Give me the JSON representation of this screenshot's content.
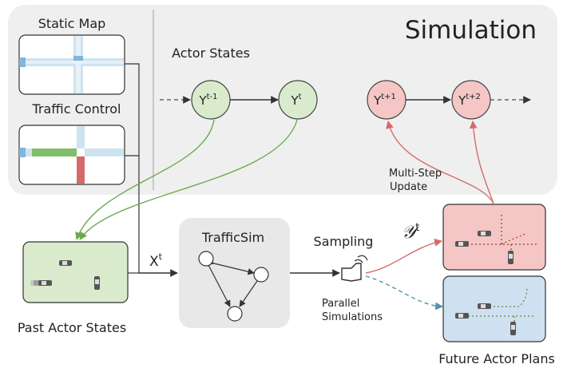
{
  "simulation": {
    "title": "Simulation"
  },
  "static_map": {
    "label": "Static Map"
  },
  "traffic_control": {
    "label": "Traffic Control"
  },
  "actor_states": {
    "label": "Actor States",
    "past_nodes": [
      {
        "base": "Y",
        "sup": "t-1"
      },
      {
        "base": "Y",
        "sup": "t"
      }
    ],
    "future_nodes": [
      {
        "base": "Y",
        "sup": "t+1"
      },
      {
        "base": "Y",
        "sup": "t+2"
      }
    ]
  },
  "past_actor_states": {
    "label": "Past Actor States"
  },
  "input_symbol": {
    "base": "X",
    "sup": "t"
  },
  "trafficsim": {
    "label": "TrafficSim"
  },
  "sampling": {
    "label": "Sampling"
  },
  "sample_symbol": {
    "base": "𝒴",
    "sup": "t"
  },
  "multi_step": {
    "line1": "Multi-Step",
    "line2": "Update"
  },
  "parallel": {
    "line1": "Parallel",
    "line2": "Simulations"
  },
  "future_actor_plans": {
    "label": "Future Actor Plans"
  },
  "colors": {
    "sim_panel": "#efefef",
    "green_node": "#d9ebcc",
    "green_edge": "#6aaa4c",
    "red_node": "#f4c6c6",
    "red_edge": "#d46a6a",
    "blue_box": "#cfe0f1",
    "blue_edge": "#4f95b0",
    "trafficsim_box": "#e8e8e8"
  }
}
